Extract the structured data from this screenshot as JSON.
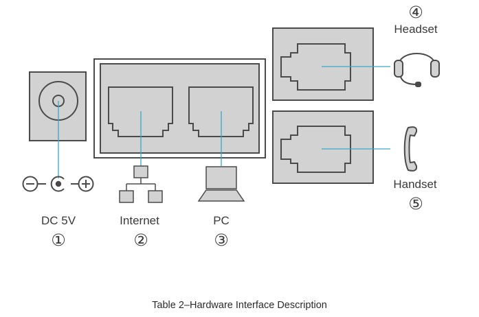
{
  "ports": [
    {
      "id": "dc",
      "label": "DC 5V",
      "number": "①"
    },
    {
      "id": "internet",
      "label": "Internet",
      "number": "②"
    },
    {
      "id": "pc",
      "label": "PC",
      "number": "③"
    },
    {
      "id": "headset",
      "label": "Headset",
      "number": "④"
    },
    {
      "id": "handset",
      "label": "Handset",
      "number": "⑤"
    }
  ],
  "caption": "Table 2–Hardware Interface Description",
  "colors": {
    "panel_fill": "#d2d2d2",
    "outline": "#4a4a4a",
    "leader_line": "#3aa8c8"
  }
}
